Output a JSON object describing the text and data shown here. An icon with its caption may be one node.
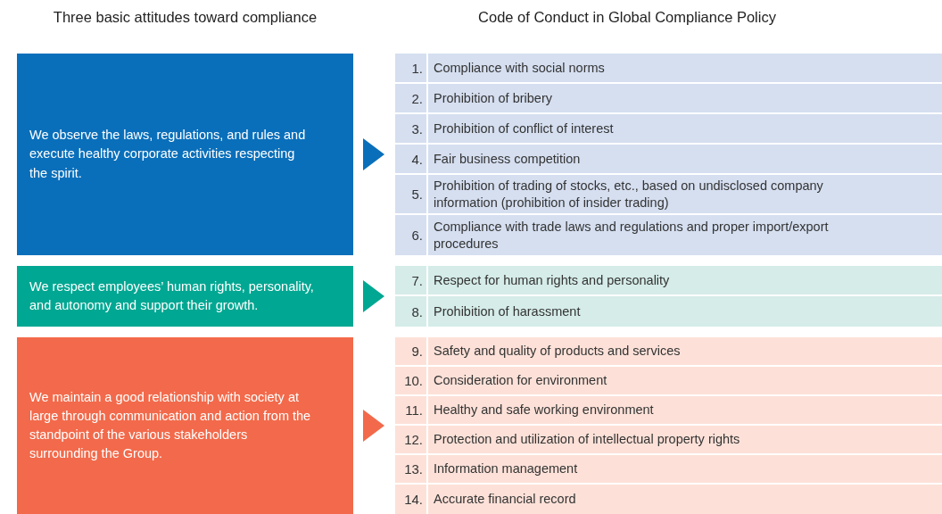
{
  "diagram": {
    "nodes": [
      {
        "text": [
          "We observe the laws, regulations, and rules and execute healthy corporate activities respecting the spirit."
        ]
      },
      {
        "text": [],
        "shape": "box"
      },
      {
        "text": [
          "1.",
          "Compliance with social norms"
        ],
        "in": 1
      },
      {
        "text": [
          "2.",
          "Prohibition of bribery"
        ],
        "in": 1
      },
      {
        "text": [
          "3.",
          "Prohibition of conflict of interest"
        ],
        "in": 1
      },
      {
        "text": [
          "4.",
          "Fair business competition"
        ],
        "in": 1
      },
      {
        "text": [
          "5.",
          "Prohibition of trading of stocks, etc., based on undisclosed company information (prohibition of insider trading)"
        ],
        "in": 1
      },
      {
        "text": [
          "6.",
          "Compliance with trade laws and regulations and proper import/export procedures"
        ],
        "in": 1
      },
      {
        "text": [
          "We respect employees’ human rights, personality, and autonomy and support their growth."
        ]
      },
      {
        "text": [],
        "shape": "box"
      },
      {
        "text": [
          "7.",
          "Respect for human rights and personality"
        ],
        "in": 9
      },
      {
        "text": [
          "8.",
          "Prohibition of harassment"
        ],
        "in": 9
      },
      {
        "text": [
          "We maintain a good relationship with society at large through communication and action from the standpoint of the various stakeholders surrounding the Group."
        ]
      },
      {
        "text": [],
        "shape": "box"
      },
      {
        "text": [
          "9.",
          "Safety and quality of products and services"
        ],
        "in": 13
      },
      {
        "text": [
          "10.",
          "Consideration for environment"
        ],
        "in": 13
      },
      {
        "text": [
          "11.",
          "Healthy and safe working environment"
        ],
        "in": 13
      },
      {
        "text": [
          "12.",
          "Protection and utilization of intellectual property rights"
        ],
        "in": 13
      },
      {
        "text": [
          "13.",
          "Information management"
        ],
        "in": 13
      },
      {
        "text": [
          "14.",
          "Accurate financial record"
        ],
        "in": 13
      }
    ],
    "edges": [
      {
        "from": 0,
        "to": 1,
        "arrow": "to",
        "color": "#0a6fba"
      },
      {
        "from": 8,
        "to": 9,
        "arrow": "to",
        "color": "#00a792"
      },
      {
        "from": 12,
        "to": 13,
        "arrow": "to",
        "color": "#f26a4b"
      }
    ],
    "labels": [
      "Three basic attitudes toward compliance",
      "Code of Conduct in Global Compliance Policy"
    ]
  }
}
